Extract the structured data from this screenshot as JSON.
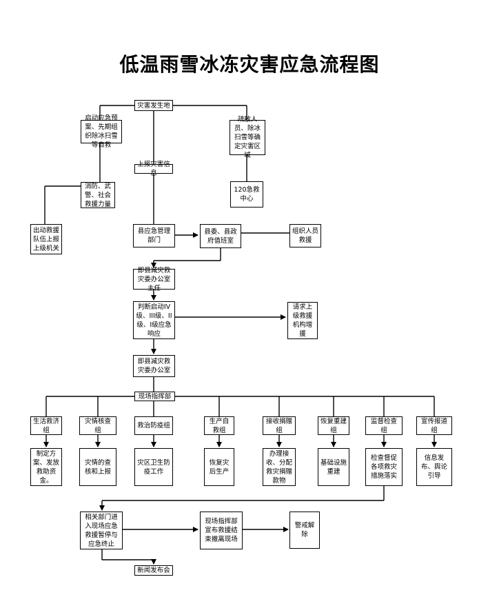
{
  "title": "低温雨雪冰冻灾害应急流程图",
  "nodes": {
    "disaster_site": "灾害发生地",
    "start_plan": "启动应急预案、先期组织除冰扫雪等自救",
    "evacuate": "疏散人员、除冰扫雪等确定灾害区域",
    "report_info": "上报灾害信息",
    "firefight": "消防、武警、社会救援力量",
    "emergency_120": "120急救中心",
    "dispatch_rescue": "出动救援队伍上报上级机关",
    "county_emergency": "县应急管理部门",
    "county_duty": "县委、县政府值班室",
    "organize_rescue": "组织人员救援",
    "reduction_office_report": "即县减灾救灾委办公室主任",
    "judge_response": "判断启动IV级、III级、II级、I级应急响应",
    "request_support": "请求上级救援机构增援",
    "reduction_office": "即县减灾救灾委办公室",
    "field_hq": "现场指挥部",
    "life_aid": "生活救济组",
    "disaster_check": "灾情核查组",
    "epidemic": "救治防疫组",
    "production": "生产自救组",
    "donation": "接收捐赠组",
    "rebuild": "恢复重建组",
    "supervision": "监督检查组",
    "publicity": "宣传报道组",
    "act_plan": "制定方案、发放救助资金。",
    "act_check": "灾情的查核和上报",
    "act_health": "灾区卫生防疫工作",
    "act_production": "恢复灾后生产",
    "act_donation": "办理接收、分配救灾捐赠款物",
    "act_facility": "基础设施重建",
    "act_inspect": "检查督促各项救灾措施落实",
    "act_info": "信息发布、舆论引导",
    "depart_suspend": "相关部门进入现场应急救援暂停与应急终止",
    "hq_announce": "现场指挥部宣布救援结束撤离现场",
    "alert_lift": "警戒解除",
    "press": "新闻发布会"
  }
}
